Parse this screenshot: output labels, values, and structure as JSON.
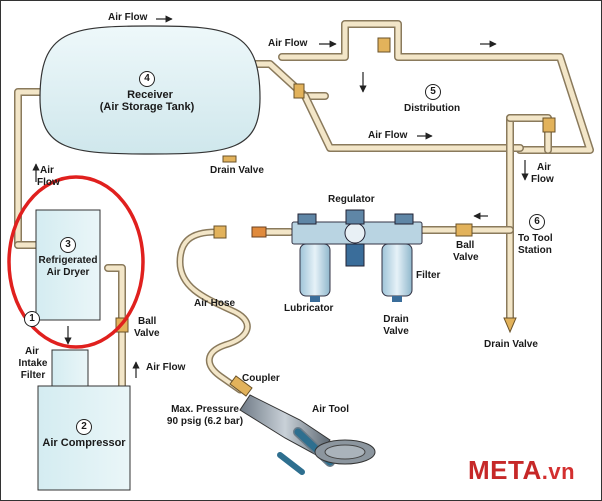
{
  "labels": {
    "air_flow_top": "Air Flow",
    "air_flow_top_right": "Air Flow",
    "receiver_num": "4",
    "receiver_line1": "Receiver",
    "receiver_line2": "(Air Storage Tank)",
    "drain_valve_receiver": "Drain Valve",
    "distribution_num": "5",
    "distribution": "Distribution",
    "air_flow_mid": "Air Flow",
    "air_flow_right_line1": "Air",
    "air_flow_right_line2": "Flow",
    "air_flow_left_line1": "Air",
    "air_flow_left_line2": "Flow",
    "regulator": "Regulator",
    "tool_station_num": "6",
    "tool_station_line1": "To Tool",
    "tool_station_line2": "Station",
    "ball_valve_right_line1": "Ball",
    "ball_valve_right_line2": "Valve",
    "filter": "Filter",
    "lubricator": "Lubricator",
    "drain_valve_filter_line1": "Drain",
    "drain_valve_filter_line2": "Valve",
    "drain_valve_bottom": "Drain Valve",
    "dryer_num": "3",
    "dryer_line1": "Refrigerated",
    "dryer_line2": "Air Dryer",
    "ball_valve_left_line1": "Ball",
    "ball_valve_left_line2": "Valve",
    "air_hose": "Air Hose",
    "intake_num": "1",
    "intake_line1": "Air",
    "intake_line2": "Intake",
    "intake_line3": "Filter",
    "air_flow_bottom": "Air Flow",
    "coupler": "Coupler",
    "air_tool": "Air Tool",
    "max_pressure_line1": "Max. Pressure",
    "max_pressure_line2": "90 psig (6.2 bar)",
    "compressor_num": "2",
    "compressor": "Air Compressor"
  },
  "brand": {
    "name": "META",
    "suffix": ".vn",
    "color_main": "#c62828",
    "color_suffix": "#d32f2f"
  },
  "colors": {
    "pipe": "#f3e6c8",
    "pipe_outline": "#8a7a5c",
    "tank": "#d9eef2",
    "highlight_circle": "#e0201e"
  }
}
